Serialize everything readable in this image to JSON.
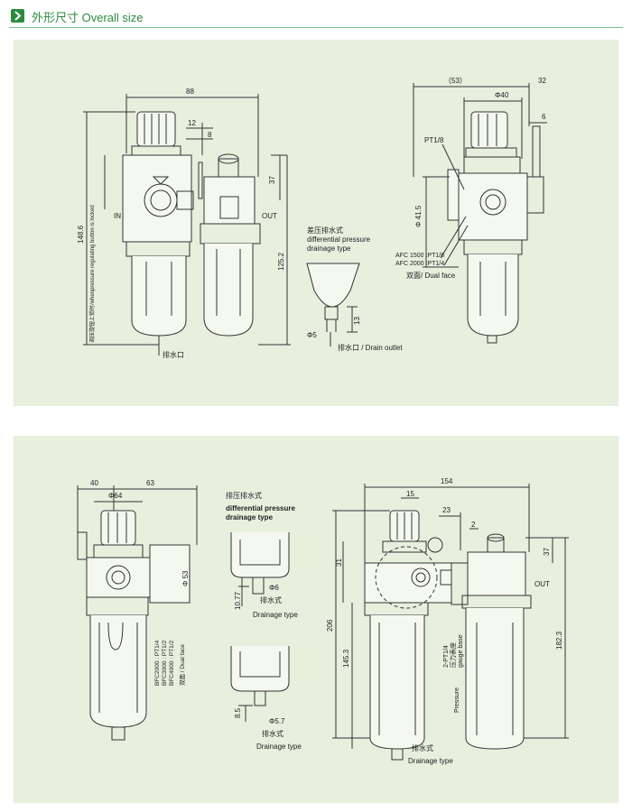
{
  "header": {
    "title": "外形尺寸 Overall size",
    "accent_color": "#2b8a3e",
    "icon": "chevron-right-icon"
  },
  "panel1": {
    "left_view": {
      "width_88": "88",
      "dim_12": "12",
      "dim_8": "8",
      "dim_37": "37",
      "height_148_6": "148.6",
      "height_125_2": "125.2",
      "in_label": "IN",
      "out_label": "OUT",
      "side_note": "调压旋钮上锁时/whenpressure regulating button is locked",
      "drain_port": "排水口"
    },
    "drain_detail": {
      "title_cn": "差压排水式",
      "title_en1": "differential pressure",
      "title_en2": "drainage type",
      "dim_13": "13",
      "dim_phi5": "Φ5",
      "drain_outlet": "排水口 / Drain outlet"
    },
    "right_view": {
      "dim_53": "（53）",
      "dim_32": "32",
      "dim_phi40": "Φ40",
      "dim_6": "6",
      "pt18": "PT1/8",
      "phi41_5": "Φ 41.5",
      "afc1500": "AFC 1500 :PT1/8",
      "afc2000": "AFC 2000 :PT1/4",
      "dual_face": "双面/ Dual face"
    }
  },
  "panel2": {
    "left_view": {
      "dim_40": "40",
      "dim_63": "63",
      "dim_phi64": "Φ64",
      "dim_phi53": "Φ 53",
      "bfc2000": "BFC2000 : PT1/4",
      "bfc3000": "BFC3000 : PT1/2",
      "bfc4000": "BFC4000 : PT1/2",
      "dual_face": "双面 / Dual face"
    },
    "drain_detail": {
      "title_cn": "排压排水式",
      "title_en1": "differential pressure",
      "title_en2": "drainage type",
      "dim_10_77": "10.77",
      "dim_phi6": "Φ6",
      "drain_cn1": "排水式",
      "drainage1": "Drainage type",
      "dim_8_5": "8.5",
      "dim_phi5_7": "Φ5.7",
      "drain_cn2": "排水式",
      "drainage2": "Drainage type"
    },
    "right_view": {
      "dim_154": "154",
      "dim_15": "15",
      "dim_23": "23",
      "dim_2": "2",
      "dim_31": "31",
      "dim_37": "37",
      "dim_206": "206",
      "dim_145_3": "145.3",
      "dim_182_3": "182.3",
      "out_label": "OUT",
      "pt14_gauge": "2-PT1/4",
      "pressure_cn": "压力表座",
      "gauge_base": "gauge base",
      "pressure_en": "Pressure",
      "drain_cn": "排水式",
      "drainage": "Drainage type"
    }
  },
  "colors": {
    "panel_bg": "#e6f0dd",
    "line": "#333333",
    "accent": "#2b8a3e"
  }
}
